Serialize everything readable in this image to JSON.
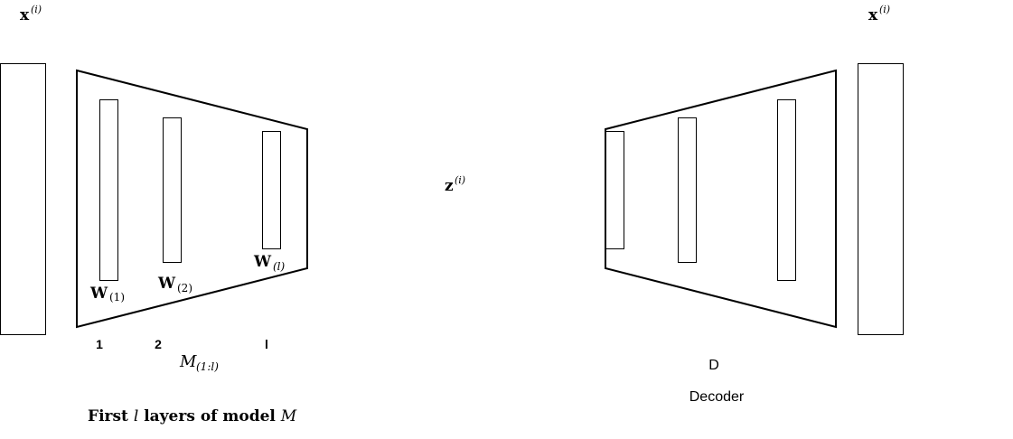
{
  "input": {
    "symbol": "x",
    "superscript": "(i)"
  },
  "output": {
    "symbol": "x",
    "superscript": "(i)"
  },
  "latent": {
    "symbol": "z",
    "superscript": "(i)"
  },
  "encoder": {
    "weights": [
      {
        "symbol": "W",
        "subscript": "(1)"
      },
      {
        "symbol": "W",
        "subscript": "(2)"
      },
      {
        "symbol": "W",
        "subscript": "(l)"
      }
    ],
    "layer_numbers": [
      "1",
      "2",
      "l"
    ],
    "model_symbol": "M",
    "model_subscript": "(1:l)",
    "caption_bold": "First",
    "caption_var": "l",
    "caption_mid": "layers of model",
    "caption_model": "M"
  },
  "decoder": {
    "letter": "D",
    "caption": "Decoder"
  }
}
